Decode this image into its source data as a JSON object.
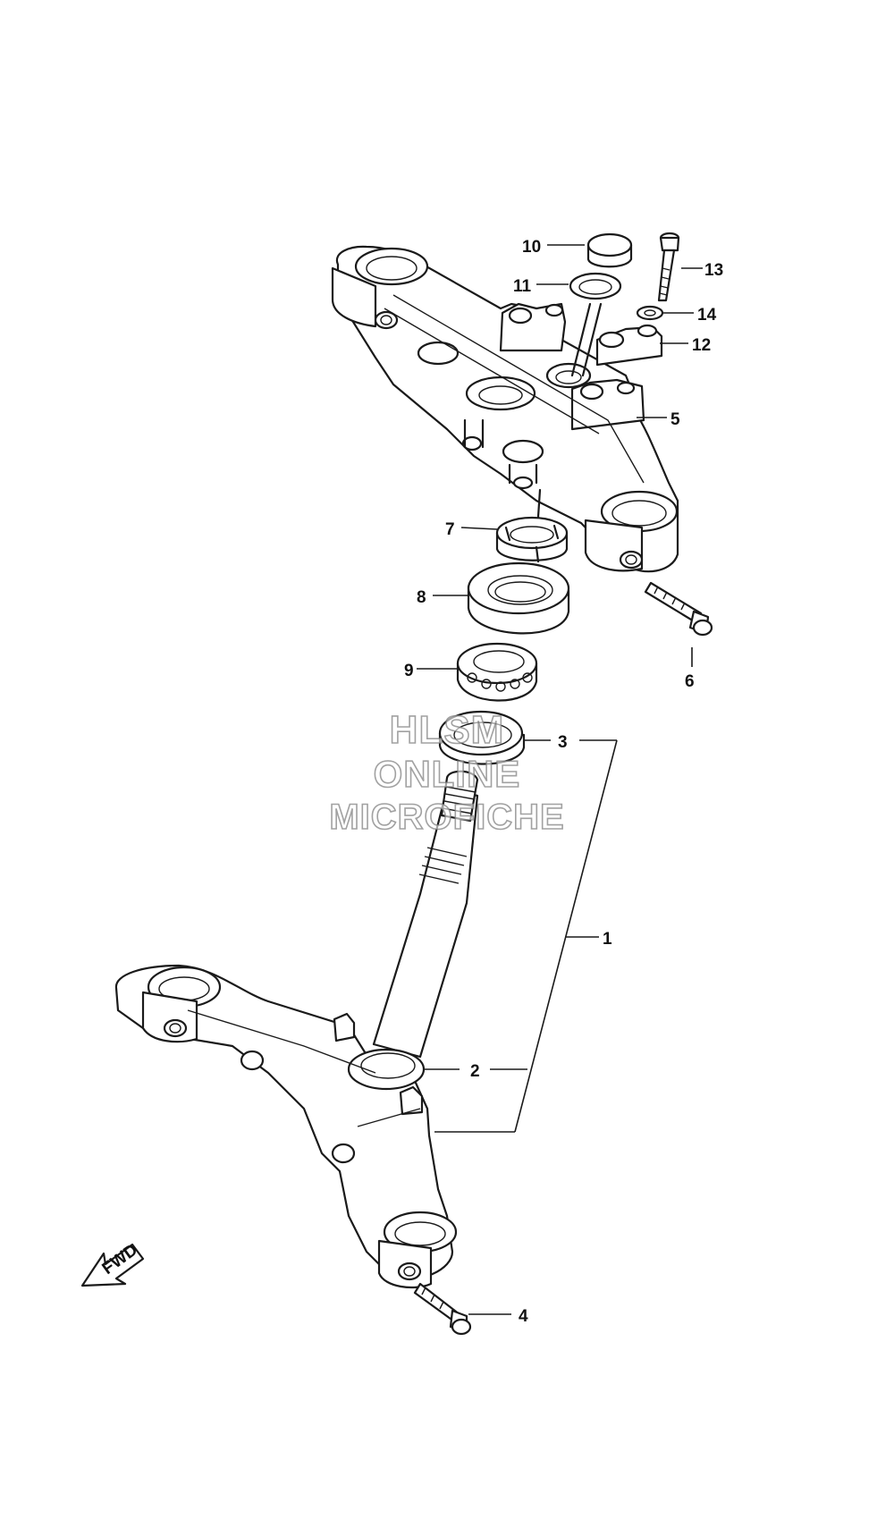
{
  "parts": {
    "p1": "1",
    "p2": "2",
    "p3": "3",
    "p4": "4",
    "p5": "5",
    "p6": "6",
    "p7": "7",
    "p8": "8",
    "p9": "9",
    "p10": "10",
    "p11": "11",
    "p12": "12",
    "p13": "13",
    "p14": "14"
  },
  "fwd_label": "FWD",
  "watermark": {
    "line1": "HLSM",
    "line2": "ONLINE",
    "line3": "MICROFICHE"
  }
}
